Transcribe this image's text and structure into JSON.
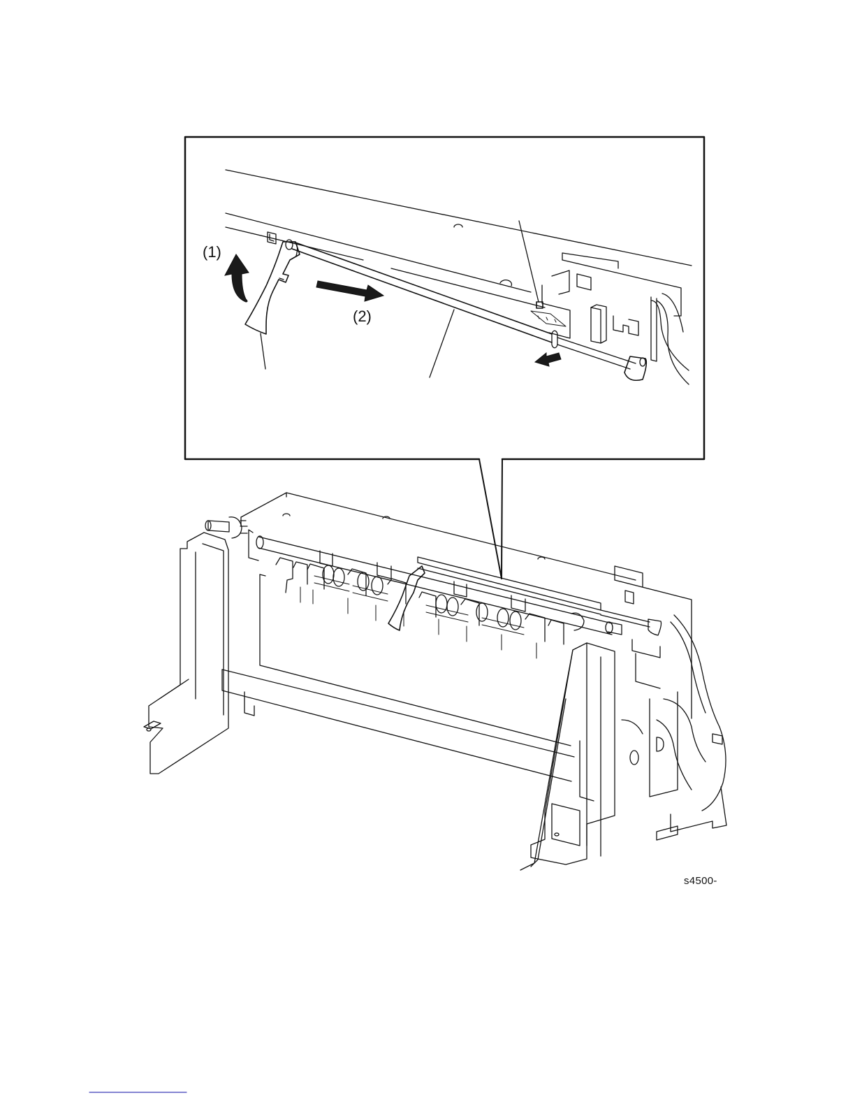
{
  "figure": {
    "callouts": {
      "step_1": "(1)",
      "step_2": "(2)"
    },
    "figure_id": "s4500-"
  },
  "colors": {
    "line": "#111111",
    "arrow_fill": "#1a1a1a",
    "footer_rule": "#3a3ab8"
  }
}
